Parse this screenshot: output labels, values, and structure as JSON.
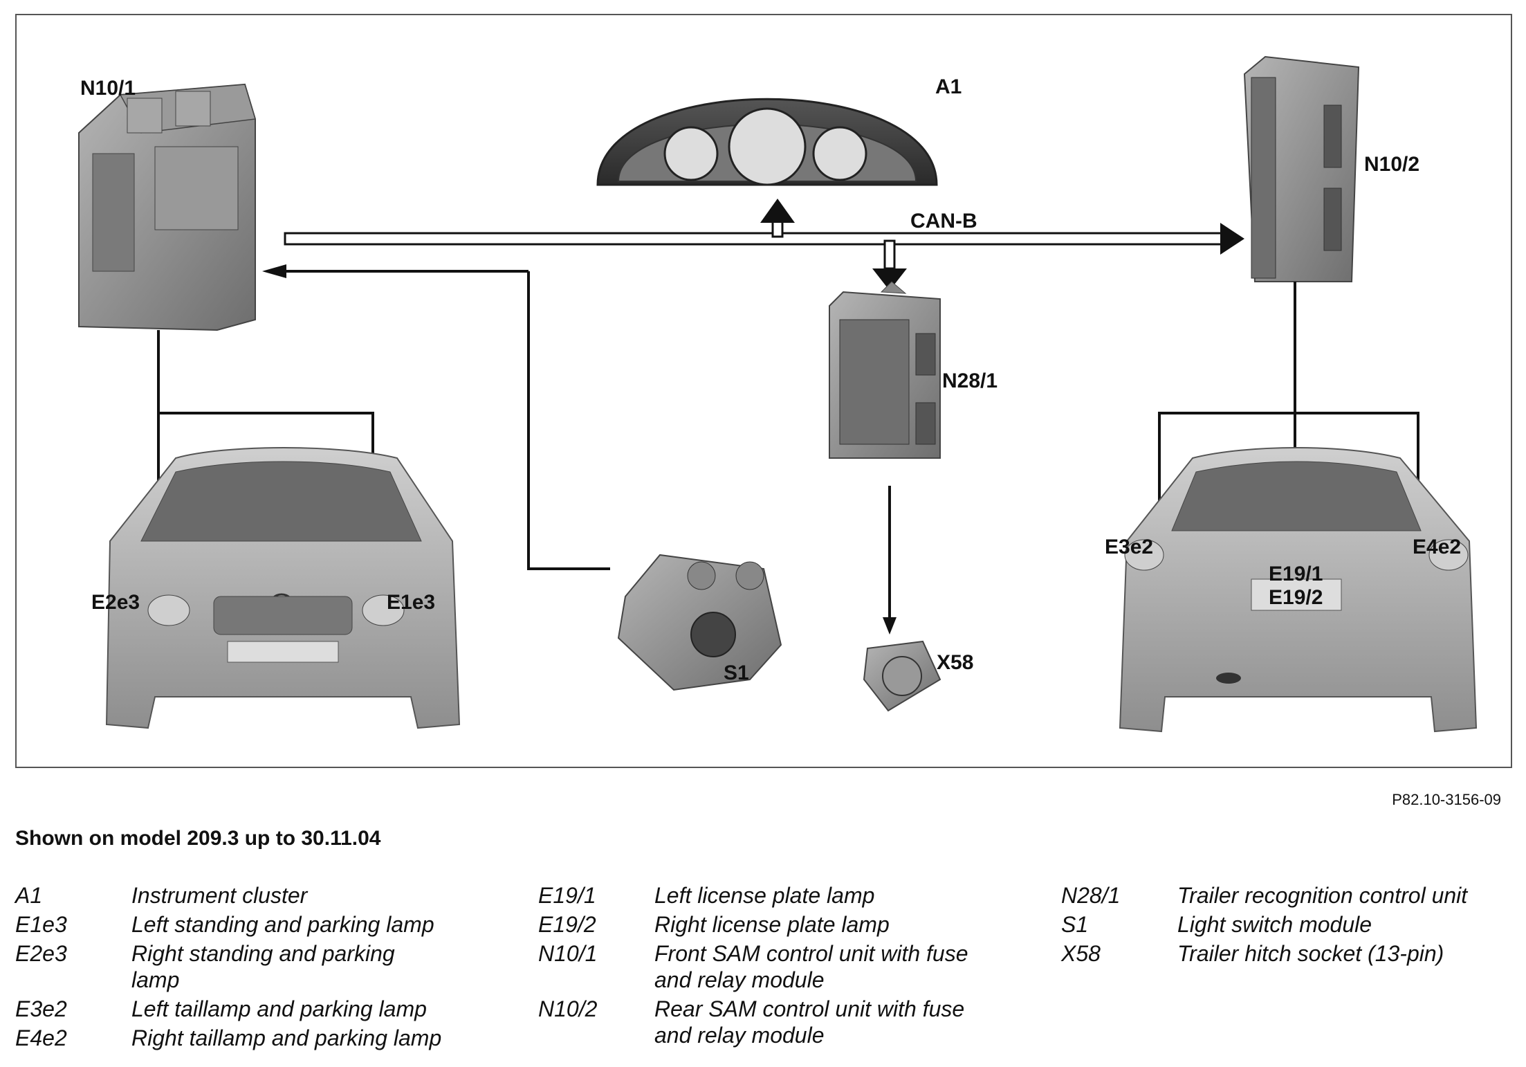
{
  "diagram": {
    "component_labels": {
      "n10_1": "N10/1",
      "a1": "A1",
      "n10_2": "N10/2",
      "can_b": "CAN-B",
      "n28_1": "N28/1",
      "e2e3": "E2e3",
      "e1e3": "E1e3",
      "s1": "S1",
      "x58": "X58",
      "e3e2": "E3e2",
      "e4e2": "E4e2",
      "e19_1": "E19/1",
      "e19_2": "E19/2"
    },
    "colors": {
      "line": "#111111",
      "frame": "#555555",
      "car_body": "#a8a8a8",
      "module_body": "#8c8c8c"
    }
  },
  "figure_code": "P82.10-3156-09",
  "model_note": "Shown on model 209.3 up to 30.11.04",
  "legend": {
    "col1": [
      {
        "code": "A1",
        "desc": "Instrument cluster"
      },
      {
        "code": "E1e3",
        "desc": "Left standing and parking lamp"
      },
      {
        "code": "E2e3",
        "desc": "Right standing and parking lamp"
      },
      {
        "code": "E3e2",
        "desc": "Left taillamp and parking lamp"
      },
      {
        "code": "E4e2",
        "desc": "Right taillamp and parking lamp"
      }
    ],
    "col2": [
      {
        "code": "E19/1",
        "desc": "Left license plate lamp"
      },
      {
        "code": "E19/2",
        "desc": "Right license plate lamp"
      },
      {
        "code": "N10/1",
        "desc": "Front SAM control unit with fuse and relay module"
      },
      {
        "code": "N10/2",
        "desc": "Rear SAM control unit with fuse and relay module"
      }
    ],
    "col3": [
      {
        "code": "N28/1",
        "desc": "Trailer recognition control unit"
      },
      {
        "code": "S1",
        "desc": "Light switch module"
      },
      {
        "code": "X58",
        "desc": "Trailer hitch socket (13-pin)"
      }
    ]
  }
}
